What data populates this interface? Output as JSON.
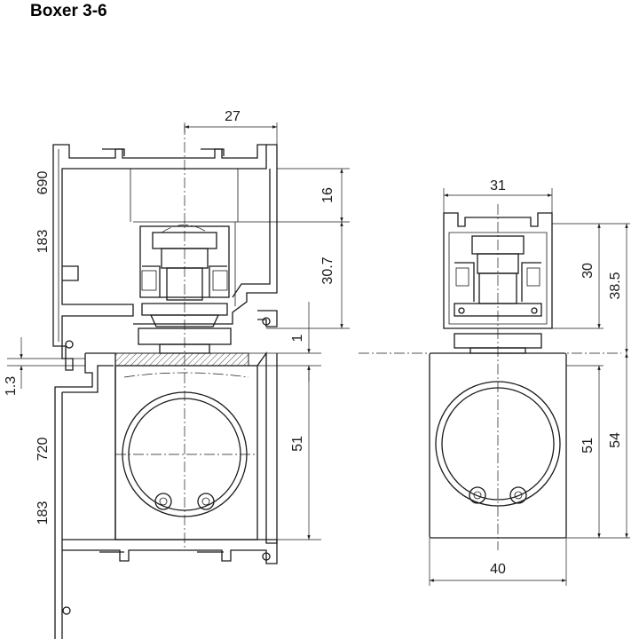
{
  "title": "Boxer 3-6",
  "left_view": {
    "top_width": "27",
    "right_upper": "16",
    "right_middle": "30.7",
    "right_gap": "1",
    "right_lower": "51",
    "left_690": "690",
    "left_183_top": "183",
    "left_1_3": "1.3",
    "left_720": "720",
    "left_183_bottom": "183"
  },
  "right_view": {
    "top_width": "31",
    "track_height": "30",
    "total_upper": "38.5",
    "box_height": "51",
    "total_lower": "54",
    "bottom_width": "40"
  },
  "colors": {
    "line": "#1a1a1a",
    "background": "#ffffff"
  }
}
